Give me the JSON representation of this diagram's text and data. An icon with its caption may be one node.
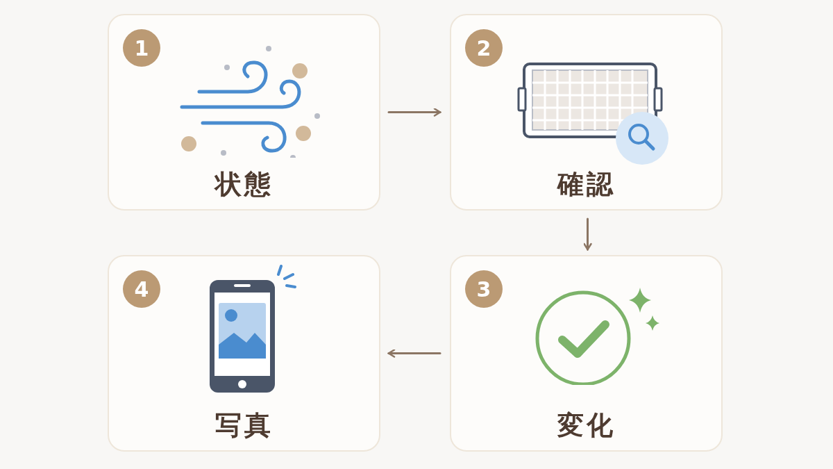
{
  "diagram": {
    "nodes": [
      {
        "text": [
          "状態"
        ]
      },
      {
        "text": [
          "1"
        ],
        "in": 0
      },
      {
        "text": [
          "確認"
        ]
      },
      {
        "text": [
          "2"
        ],
        "in": 2
      },
      {
        "text": [
          "変化"
        ]
      },
      {
        "text": [
          "3"
        ],
        "in": 4
      },
      {
        "text": [
          "写真"
        ]
      },
      {
        "text": [
          "4"
        ],
        "in": 6
      }
    ],
    "edges": [
      {
        "from": 0,
        "to": 2,
        "arrow": "to"
      },
      {
        "from": 2,
        "to": 4,
        "arrow": "to"
      },
      {
        "from": 4,
        "to": 6,
        "arrow": "to"
      }
    ]
  }
}
